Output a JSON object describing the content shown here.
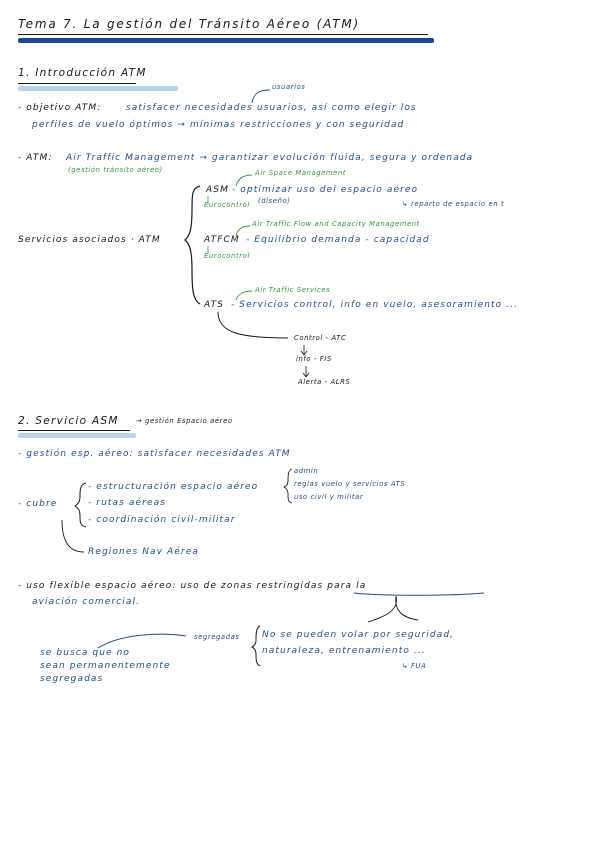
{
  "title": "Tema 7. La gestión del Tránsito Aéreo (ATM)",
  "section1": {
    "heading": "1. Introducción ATM",
    "note_usuarios": "usuarios",
    "objetivo_label": "- objetivo ATM:",
    "objetivo_text": "satisfacer necesidades usuarios, así como elegir los",
    "objetivo_line2": "perfiles de vuelo óptimos → mínimas restricciones y con seguridad",
    "atm_label": "- ATM:",
    "atm_text": "Air Traffic Management → garantizar evolución fluida, segura y ordenada",
    "atm_note": "(gestión tránsito aéreo)",
    "servicios_label": "Servicios asociados · ATM",
    "asm_note": "Air Space Management",
    "asm_label": "ASM",
    "asm_text": "- optimizar uso del espacio aéreo",
    "asm_diseno": "(diseño)",
    "asm_reparto": "↳ reparto de espacio en t",
    "asm_green": "Eurocontrol",
    "atfcm_note": "Air Traffic Flow and Capacity Management",
    "atfcm_label": "ATFCM",
    "atfcm_text": "- Equilibrio demanda - capacidad",
    "atfcm_green": "Eurocontrol",
    "ats_note": "Air Traffic Services",
    "ats_label": "ATS",
    "ats_text": "- Servicios control, info en vuelo, asesoramiento ...",
    "sub_control": "Control - ATC",
    "sub_info": "info - FIS",
    "sub_alerta": "Alerta - ALRS"
  },
  "section2": {
    "heading": "2. Servicio ASM",
    "heading_note": "→ gestión Espacio aéreo",
    "gestion": "- gestión esp. aéreo: satisfacer necesidades ATM",
    "cubre": "- cubre",
    "cubre_items": [
      "- estructuración espacio aéreo",
      "- rutas aéreas",
      "- coordinación civil-militar"
    ],
    "estructuracion_notes": [
      "admin",
      "reglas vuelo y servicios ATS",
      "uso civil y militar"
    ],
    "regiones": "Regiones Nav Aérea",
    "uso_flexible": "- uso flexible espacio aéreo: uso de zonas restringidas para la",
    "uso_flexible_2": "aviación comercial.",
    "segregadas": "segregadas",
    "no_se_pueden": "No se pueden volar por seguridad,",
    "naturaleza": "naturaleza, entrenamiento ...",
    "fua": "↳ FUA",
    "se_busca_1": "se busca que no",
    "se_busca_2": "sean permanentemente",
    "se_busca_3": "segregadas"
  },
  "colors": {
    "ink_black": "#1a1a1a",
    "ink_blue": "#1f4f8f",
    "ink_green": "#2f9a3a",
    "navy_bar": "#1c4a8c",
    "highlight_blue": "#b9d3ee"
  }
}
